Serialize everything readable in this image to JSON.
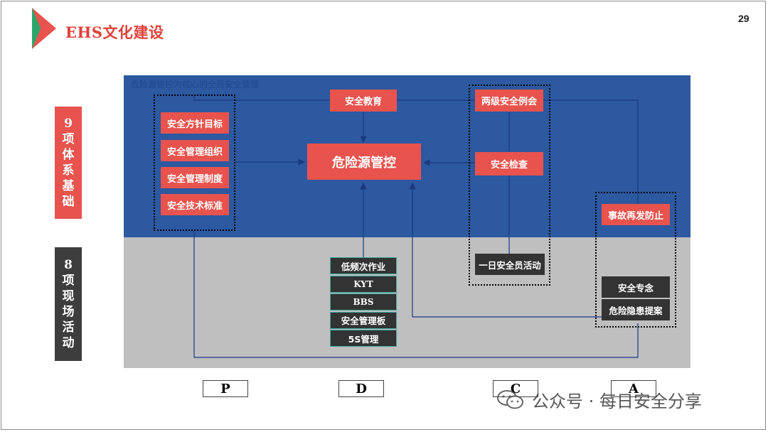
{
  "header": {
    "title": "EHS文化建设",
    "page_number": "29"
  },
  "colors": {
    "accent_red": "#e8534d",
    "brand_green": "#2aa66a",
    "band_blue": "#2c59a0",
    "band_gray": "#bfbfbf",
    "dark": "#333333"
  },
  "sidebar": {
    "top": {
      "lines": [
        "9",
        "项",
        "体",
        "系",
        "基",
        "础"
      ]
    },
    "bottom": {
      "lines": [
        "8",
        "项",
        "现",
        "场",
        "活",
        "动"
      ]
    }
  },
  "band_caption": "危险源管控为核心的全员安全管理",
  "system_boxes": [
    "安全方针目标",
    "安全管理组织",
    "安全管理制度",
    "安全技术标准"
  ],
  "center": {
    "label": "危险源管控"
  },
  "education": "安全教育",
  "meeting": "两级安全例会",
  "inspection": "安全检查",
  "accident_prevention": "事故再发防止",
  "daily_officer": "一日安全员活动",
  "d_activities": [
    "低频次作业",
    "KYT",
    "BBS",
    "安全管理板",
    "5S管理"
  ],
  "a_activities": [
    "安全专念",
    "危险隐患提案"
  ],
  "pdca": [
    "P",
    "D",
    "C",
    "A"
  ],
  "watermark": "公众号 · 每日安全分享"
}
